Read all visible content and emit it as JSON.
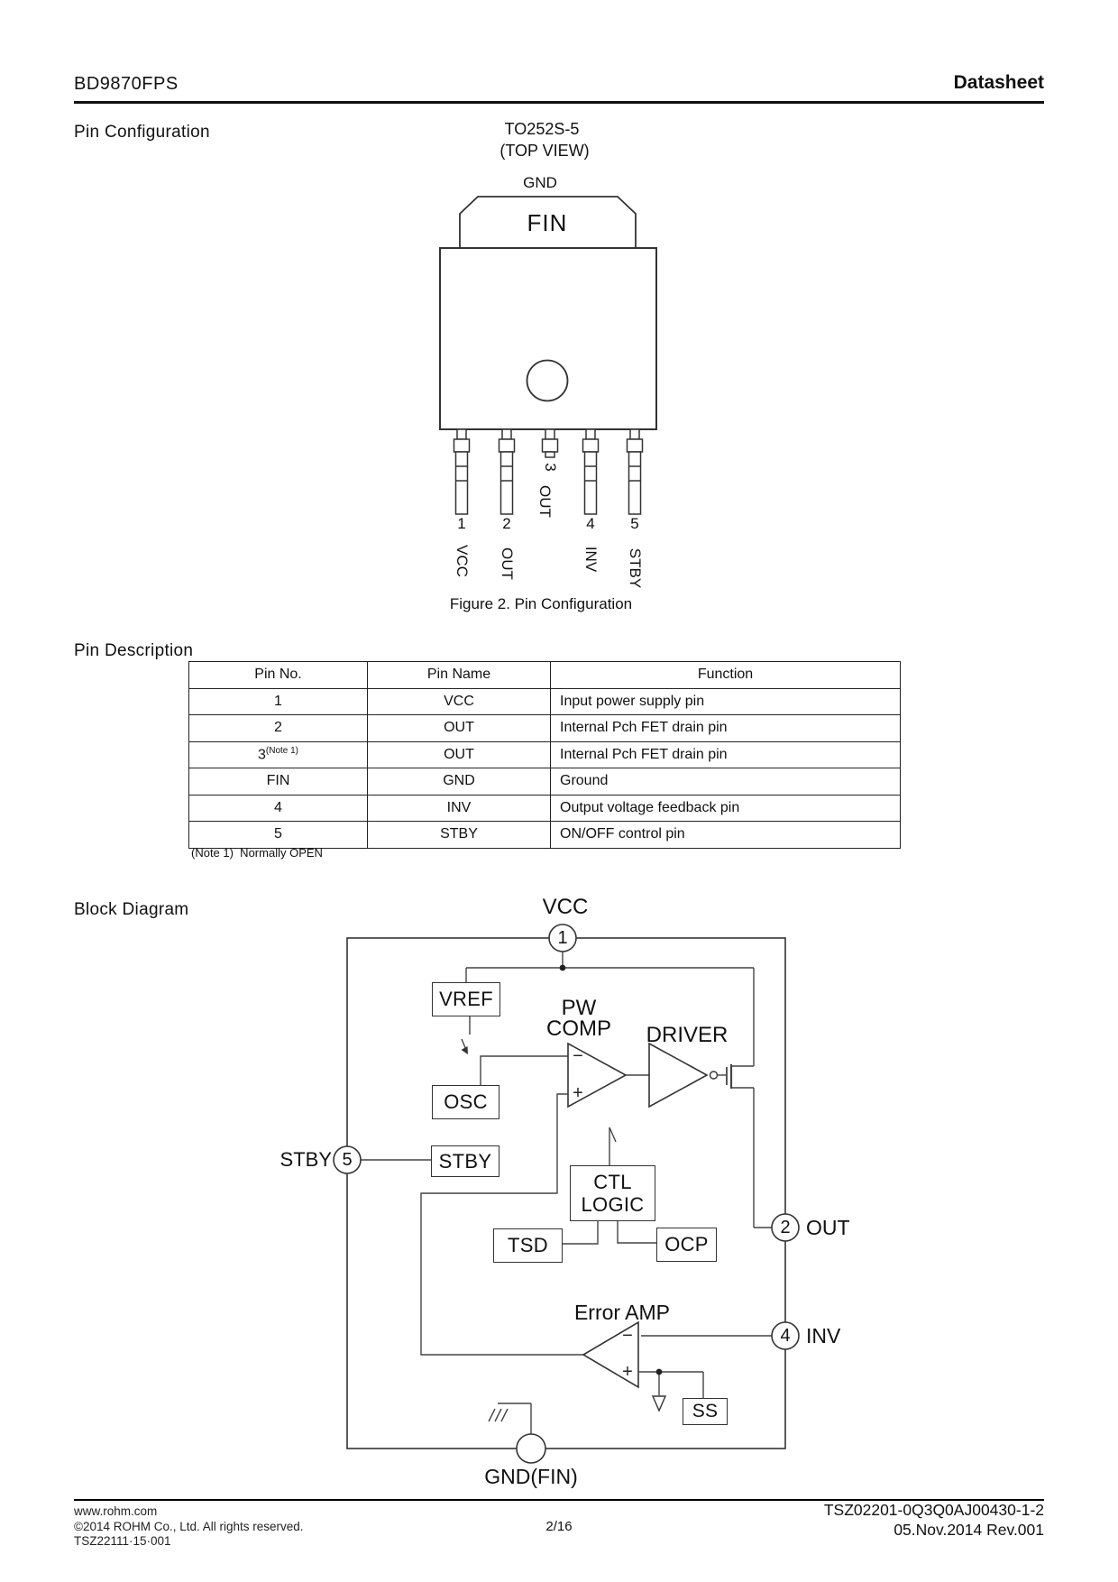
{
  "header": {
    "title": "BD9870FPS",
    "doc_type": "Datasheet"
  },
  "sections": {
    "pin_configuration": "Pin Configuration",
    "pin_description": "Pin Description",
    "block_diagram": "Block Diagram"
  },
  "package": {
    "name": "TO252S-5",
    "view": "(TOP VIEW)",
    "top_label": "GND",
    "tab_label": "FIN",
    "pins": [
      {
        "no": "1",
        "name": "VCC"
      },
      {
        "no": "2",
        "name": "OUT"
      },
      {
        "no": "3",
        "name": "OUT"
      },
      {
        "no": "4",
        "name": "INV"
      },
      {
        "no": "5",
        "name": "STBY"
      }
    ],
    "caption": "Figure 2. Pin Configuration"
  },
  "pin_table": {
    "headers": [
      "Pin No.",
      "Pin Name",
      "Function"
    ],
    "rows": [
      [
        "1",
        "VCC",
        "Input power supply pin"
      ],
      [
        "2",
        "OUT",
        "Internal Pch FET drain pin"
      ],
      [
        "3",
        "OUT",
        "Internal Pch FET drain pin"
      ],
      [
        "FIN",
        "GND",
        "Ground"
      ],
      [
        "4",
        "INV",
        "Output voltage feedback pin"
      ],
      [
        "5",
        "STBY",
        "ON/OFF control pin"
      ]
    ],
    "row3_superscript": "(Note 1)",
    "note": "(Note 1)  Normally OPEN"
  },
  "diagram": {
    "blocks": {
      "vref": "VREF",
      "osc": "OSC",
      "stby": "STBY",
      "ctl_line1": "CTL",
      "ctl_line2": "LOGIC",
      "tsd": "TSD",
      "ocp": "OCP",
      "ss": "SS"
    },
    "amps": {
      "pwcomp_line1": "PW",
      "pwcomp_line2": "COMP",
      "driver": "DRIVER",
      "error_amp": "Error AMP"
    },
    "pins": {
      "vcc": {
        "num": "1",
        "label": "VCC"
      },
      "out": {
        "num": "2",
        "label": "OUT"
      },
      "inv": {
        "num": "4",
        "label": "INV"
      },
      "stby": {
        "num": "5",
        "label": "STBY"
      },
      "gnd": {
        "label": "GND(FIN)"
      }
    },
    "symbols": {
      "plus": "+",
      "minus": "−"
    }
  },
  "footer": {
    "left_lines": [
      "www.rohm.com",
      "©2014 ROHM Co., Ltd. All rights reserved.",
      "TSZ22111·15·001"
    ],
    "page": "2/16",
    "doc_number": "TSZ02201-0Q3Q0AJ00430-1-2",
    "revision": "05.Nov.2014 Rev.001"
  },
  "colors": {
    "ink": "#111111",
    "line": "#333333"
  }
}
